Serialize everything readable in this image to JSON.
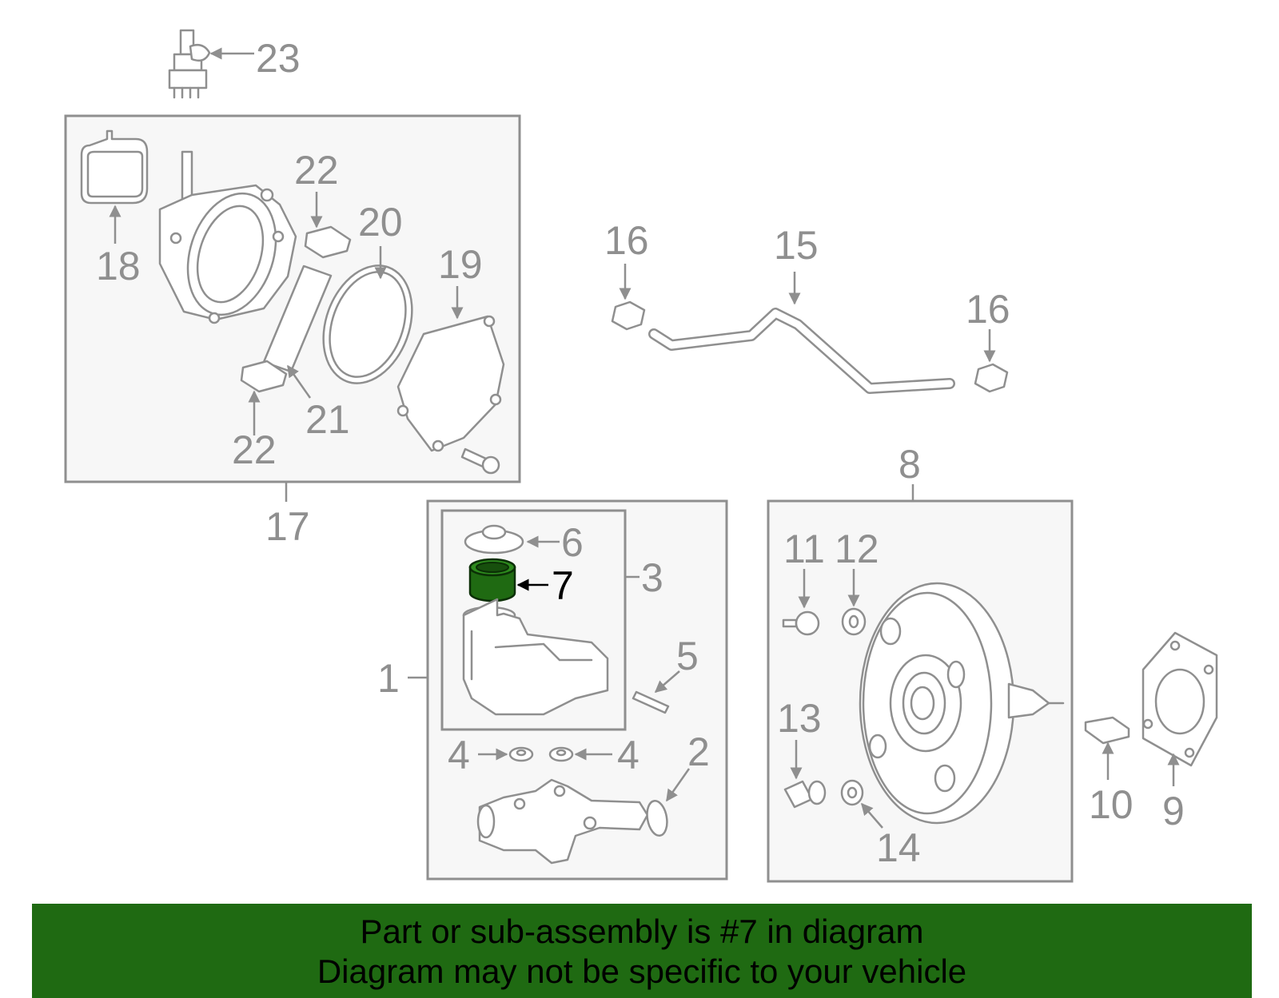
{
  "callouts": {
    "c1": "1",
    "c2": "2",
    "c3": "3",
    "c4a": "4",
    "c4b": "4",
    "c5": "5",
    "c6": "6",
    "c7": "7",
    "c8": "8",
    "c9": "9",
    "c10": "10",
    "c11": "11",
    "c12": "12",
    "c13": "13",
    "c14": "14",
    "c15": "15",
    "c16a": "16",
    "c16b": "16",
    "c17": "17",
    "c18": "18",
    "c19": "19",
    "c20": "20",
    "c21": "21",
    "c22a": "22",
    "c22b": "22",
    "c23": "23"
  },
  "highlight": {
    "part": "7",
    "color": "#1f6a12"
  },
  "colors": {
    "line": "#8f8f8f",
    "box_fill": "#f7f7f7",
    "banner": "#1f6a12"
  },
  "banner": {
    "line1": "Part or sub-assembly is #7 in diagram",
    "line2": "Diagram may not be specific to your vehicle"
  }
}
